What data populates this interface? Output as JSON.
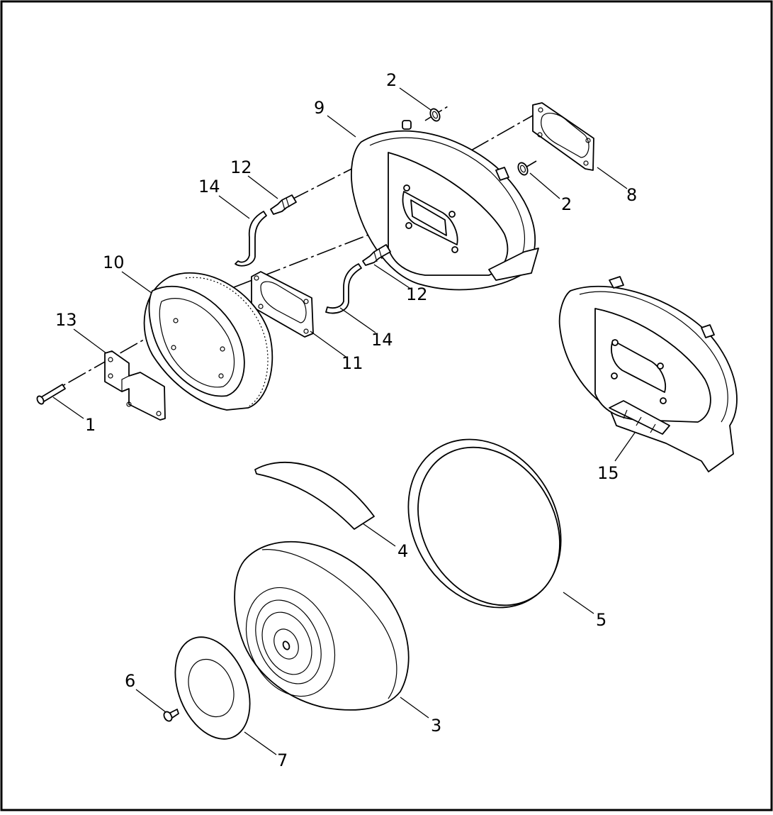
{
  "diagram": {
    "labels": [
      {
        "id": "part-1",
        "text": "1"
      },
      {
        "id": "part-2-top",
        "text": "2"
      },
      {
        "id": "part-2-mid",
        "text": "2"
      },
      {
        "id": "part-3",
        "text": "3"
      },
      {
        "id": "part-4",
        "text": "4"
      },
      {
        "id": "part-5",
        "text": "5"
      },
      {
        "id": "part-6",
        "text": "6"
      },
      {
        "id": "part-7",
        "text": "7"
      },
      {
        "id": "part-8",
        "text": "8"
      },
      {
        "id": "part-9",
        "text": "9"
      },
      {
        "id": "part-10",
        "text": "10"
      },
      {
        "id": "part-11",
        "text": "11"
      },
      {
        "id": "part-12-top",
        "text": "12"
      },
      {
        "id": "part-12-mid",
        "text": "12"
      },
      {
        "id": "part-13",
        "text": "13"
      },
      {
        "id": "part-14-top",
        "text": "14"
      },
      {
        "id": "part-14-mid",
        "text": "14"
      },
      {
        "id": "part-15",
        "text": "15"
      }
    ]
  }
}
